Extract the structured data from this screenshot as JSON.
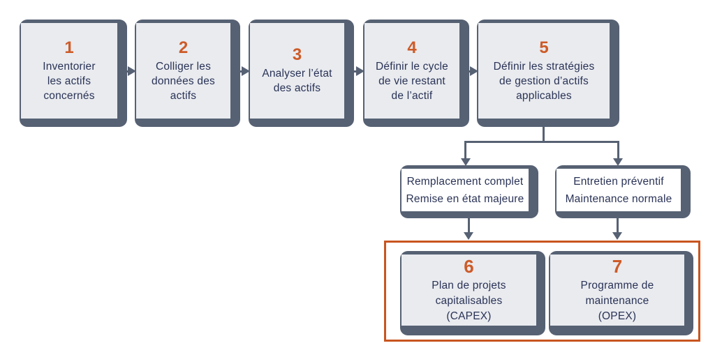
{
  "colors": {
    "background": "#ffffff",
    "slate": "#566173",
    "box_fill": "#e9ebef",
    "white_box_fill": "#ffffff",
    "navy_text": "#2a3356",
    "orange_number": "#cd5b28",
    "orange_frame": "#c9551f"
  },
  "steps": [
    {
      "number": "1",
      "lines": [
        "Inventorier",
        "les actifs",
        "concernés"
      ]
    },
    {
      "number": "2",
      "lines": [
        "Colliger les",
        "données des",
        "actifs"
      ]
    },
    {
      "number": "3",
      "lines": [
        "Analyser l’état",
        "des actifs"
      ]
    },
    {
      "number": "4",
      "lines": [
        "Définir le cycle",
        "de vie restant",
        "de l’actif"
      ]
    },
    {
      "number": "5",
      "lines": [
        "Définir les stratégies",
        "de gestion d’actifs",
        "applicables"
      ]
    }
  ],
  "strategies": [
    {
      "lines": [
        "Remplacement complet",
        "Remise en état majeure"
      ]
    },
    {
      "lines": [
        "Entretien préventif",
        "Maintenance normale"
      ]
    }
  ],
  "outcomes": [
    {
      "number": "6",
      "lines": [
        "Plan de projets",
        "capitalisables",
        "(CAPEX)"
      ]
    },
    {
      "number": "7",
      "lines": [
        "Programme de",
        "maintenance",
        "(OPEX)"
      ]
    }
  ]
}
